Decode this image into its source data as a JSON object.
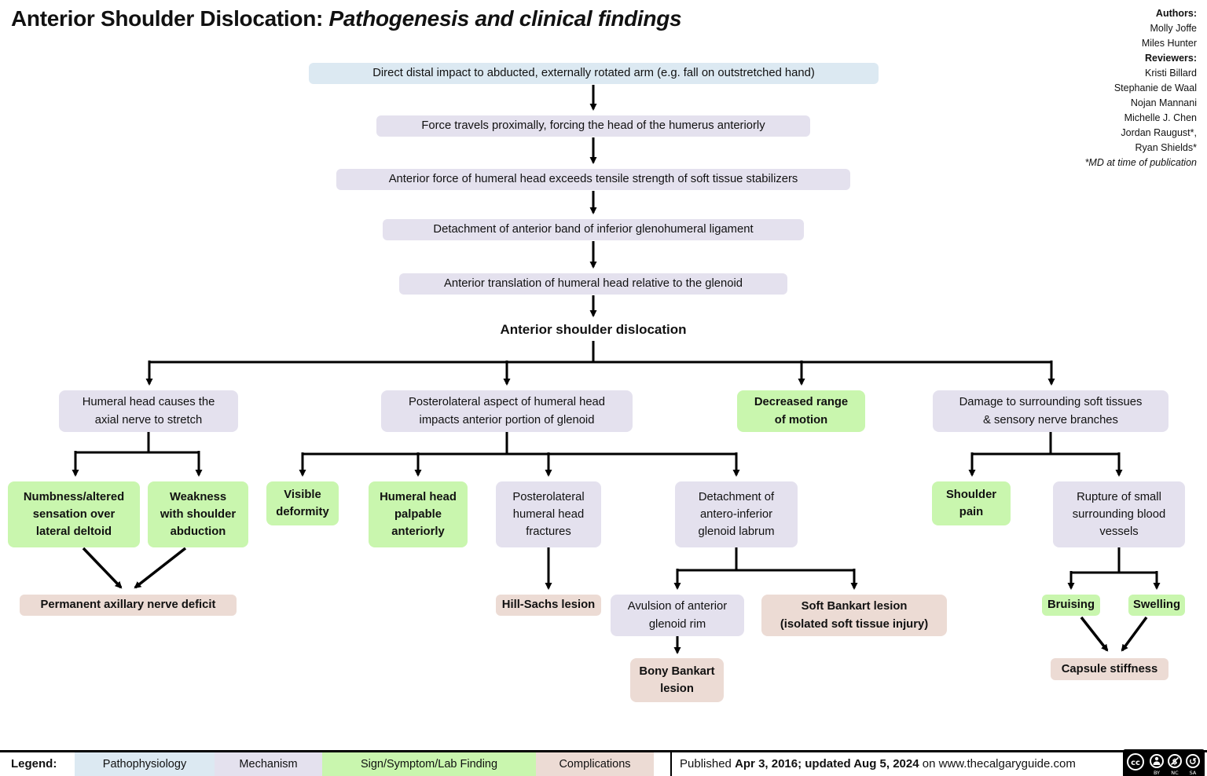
{
  "title": {
    "main": "Anterior Shoulder Dislocation:",
    "sub": "Pathogenesis and clinical findings"
  },
  "credits": {
    "authors_label": "Authors:",
    "authors": [
      "Molly Joffe",
      "Miles Hunter"
    ],
    "reviewers_label": "Reviewers:",
    "reviewers": [
      "Kristi Billard",
      "Stephanie de Waal",
      "Nojan Mannani",
      "Michelle J. Chen",
      "Jordan Raugust*,",
      "Ryan Shields*"
    ],
    "note": "*MD at time of publication"
  },
  "nodes": {
    "chain1": "Direct distal impact to abducted, externally rotated arm (e.g. fall on outstretched hand)",
    "chain2": "Force travels proximally, forcing the head of the humerus anteriorly",
    "chain3": "Anterior force of humeral head exceeds tensile strength of soft tissue stabilizers",
    "chain4": "Detachment of anterior band of inferior glenohumeral ligament",
    "chain5": "Anterior translation of humeral head relative to the glenoid",
    "dislocation": "Anterior shoulder dislocation",
    "axial_stretch": "Humeral head causes the\naxial nerve to stretch",
    "posterolateral_impact": "Posterolateral aspect of humeral head\nimpacts anterior portion of glenoid",
    "decreased_rom": "Decreased range\nof motion",
    "soft_tissue_damage": "Damage to surrounding soft tissues\n& sensory nerve branches",
    "numbness": "Numbness/altered\nsensation over\nlateral deltoid",
    "weakness": "Weakness\nwith shoulder\nabduction",
    "axillary_deficit": "Permanent axillary nerve deficit",
    "visible_deformity": "Visible\ndeformity",
    "palpable": "Humeral head\npalpable\nanteriorly",
    "fractures": "Posterolateral\nhumeral head\nfractures",
    "labrum_detachment": "Detachment of\nantero-inferior\nglenoid labrum",
    "hill_sachs": "Hill-Sachs lesion",
    "avulsion": "Avulsion of anterior\nglenoid rim",
    "soft_bankart": "Soft Bankart lesion\n(isolated soft tissue injury)",
    "bony_bankart": "Bony Bankart\nlesion",
    "shoulder_pain": "Shoulder\npain",
    "rupture_vessels": "Rupture of small\nsurrounding blood\nvessels",
    "bruising": "Bruising",
    "swelling": "Swelling",
    "capsule_stiffness": "Capsule stiffness"
  },
  "legend": {
    "label": "Legend:",
    "items": [
      {
        "label": "Pathophysiology",
        "color": "#dce9f2"
      },
      {
        "label": "Mechanism",
        "color": "#e4e1ee"
      },
      {
        "label": "Sign/Symptom/Lab Finding",
        "color": "#c9f6ae"
      },
      {
        "label": "Complications",
        "color": "#ecdbd4"
      }
    ]
  },
  "footer": {
    "published_prefix": "Published",
    "published_dates": "Apr 3, 2016; updated Aug 5, 2024",
    "published_suffix": "on",
    "site": "www.thecalgaryguide.com",
    "license": "CC BY NC SA"
  },
  "colors": {
    "pathophysiology": "#dce9f2",
    "mechanism": "#e4e1ee",
    "sign_symptom": "#c9f6ae",
    "complication": "#ecdbd4",
    "arrow": "#000000"
  }
}
